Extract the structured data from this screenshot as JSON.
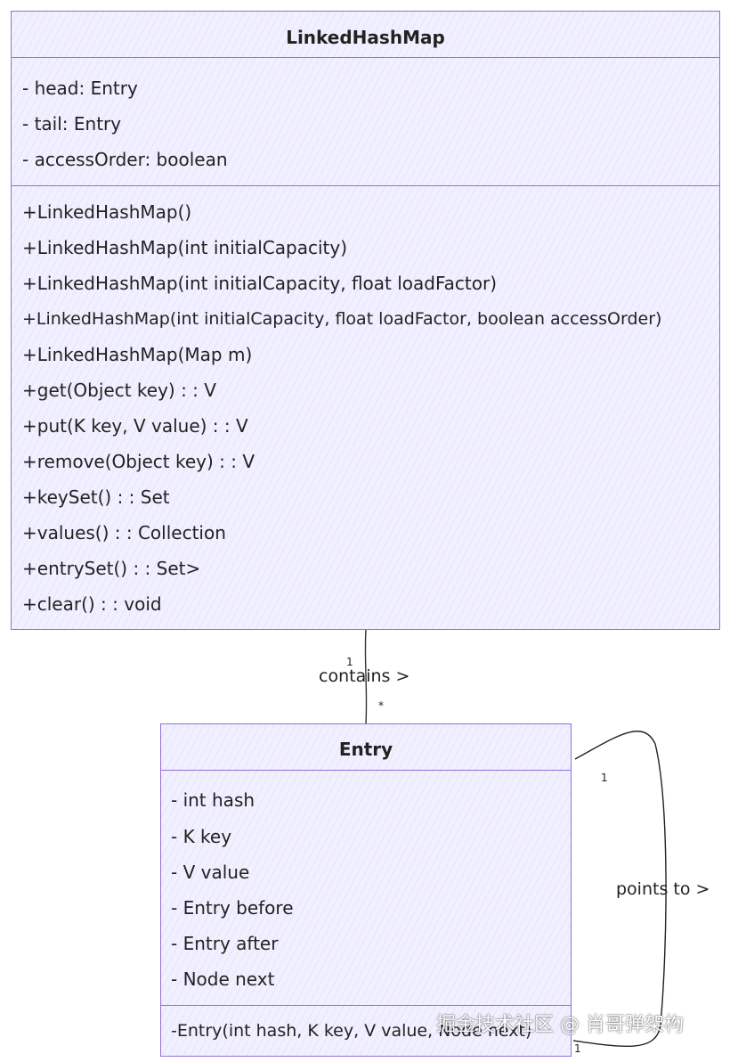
{
  "diagram": {
    "classes": {
      "linked_hash_map": {
        "name": "LinkedHashMap",
        "attributes": [
          "- head: Entry",
          "- tail: Entry",
          "- accessOrder: boolean"
        ],
        "methods": [
          "+LinkedHashMap()",
          "+LinkedHashMap(int initialCapacity)",
          "+LinkedHashMap(int initialCapacity, float loadFactor)",
          "+LinkedHashMap(int initialCapacity, float loadFactor, boolean accessOrder)",
          "+LinkedHashMap(Map m)",
          "+get(Object key) : : V",
          "+put(K key, V value) : : V",
          "+remove(Object key) : : V",
          "+keySet() : : Set",
          "+values() : : Collection",
          "+entrySet() : : Set>",
          "+clear() : : void"
        ]
      },
      "entry": {
        "name": "Entry",
        "attributes": [
          "- int hash",
          "- K key",
          "- V value",
          "- Entry before",
          "- Entry after",
          "- Node next"
        ],
        "methods": [
          "-Entry(int hash, K key, V value, Node next)"
        ]
      }
    },
    "relations": {
      "contains": {
        "label": "contains >",
        "from_multiplicity": "1",
        "to_multiplicity": "*"
      },
      "points_to": {
        "label": "points to >",
        "from_multiplicity": "1",
        "to_multiplicity": "1"
      }
    },
    "colors": {
      "border": "#9370db",
      "fill": "#f1f0ff",
      "text": "#222222",
      "line": "#333333"
    }
  },
  "watermark": "掘金技术社区 @ 肖哥弹架构"
}
